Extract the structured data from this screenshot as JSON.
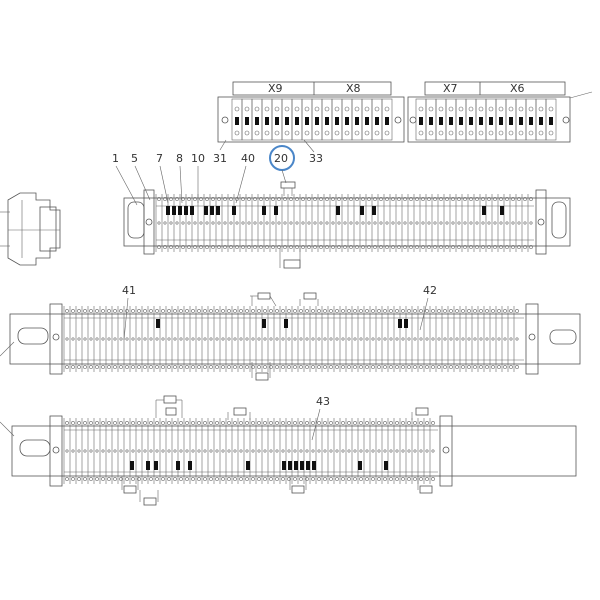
{
  "diagram": {
    "header_groups": [
      {
        "id": "left",
        "labels": [
          "X9",
          "X8"
        ]
      },
      {
        "id": "right",
        "labels": [
          "X7",
          "X6"
        ]
      }
    ],
    "callouts": {
      "c1": "1",
      "c5": "5",
      "c7": "7",
      "c8": "8",
      "c10": "10",
      "c31": "31",
      "c40": "40",
      "c20": "20",
      "c33": "33",
      "c41": "41",
      "c42": "42",
      "c43": "43"
    },
    "highlight_color": "#4a86c8",
    "line_color": "#555555"
  }
}
